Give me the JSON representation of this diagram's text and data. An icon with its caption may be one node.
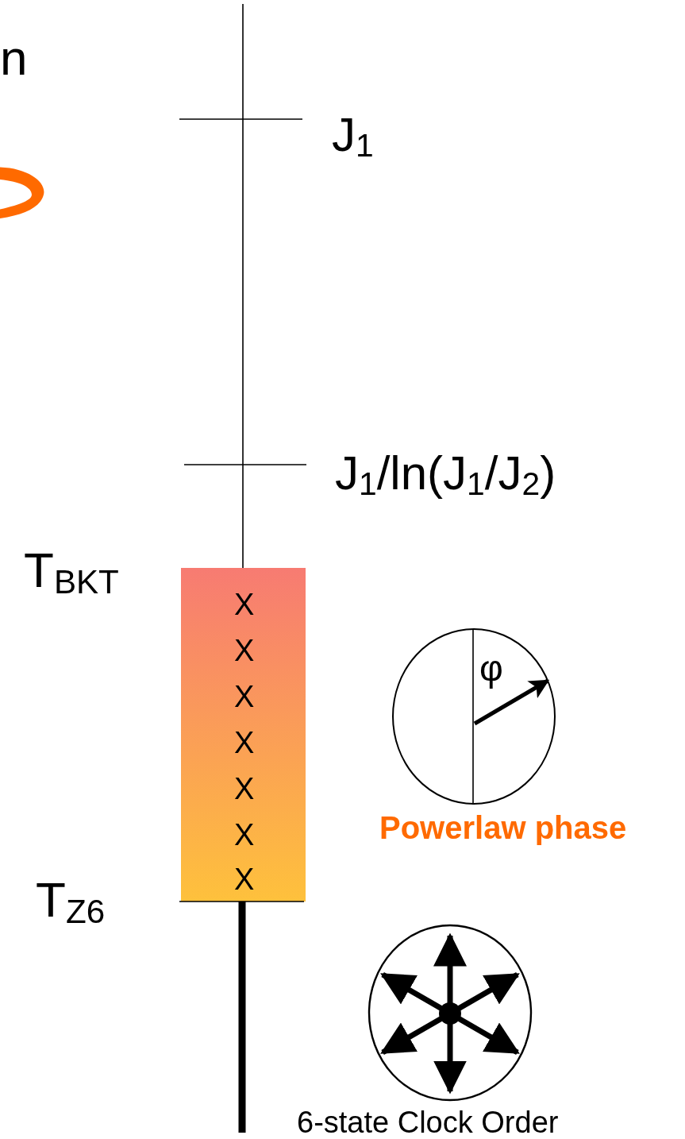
{
  "diagram": {
    "labels": [
      "n",
      "J$_{1}$",
      "J$_{1}$/ln(J$_{1}$/J$_{2}$)",
      "T$_{BKT}$",
      "X",
      "X",
      "X",
      "X",
      "X",
      "X",
      "X",
      "φ",
      "Powerlaw phase",
      "T$_{Z6}$",
      "6-state Clock Order"
    ]
  }
}
